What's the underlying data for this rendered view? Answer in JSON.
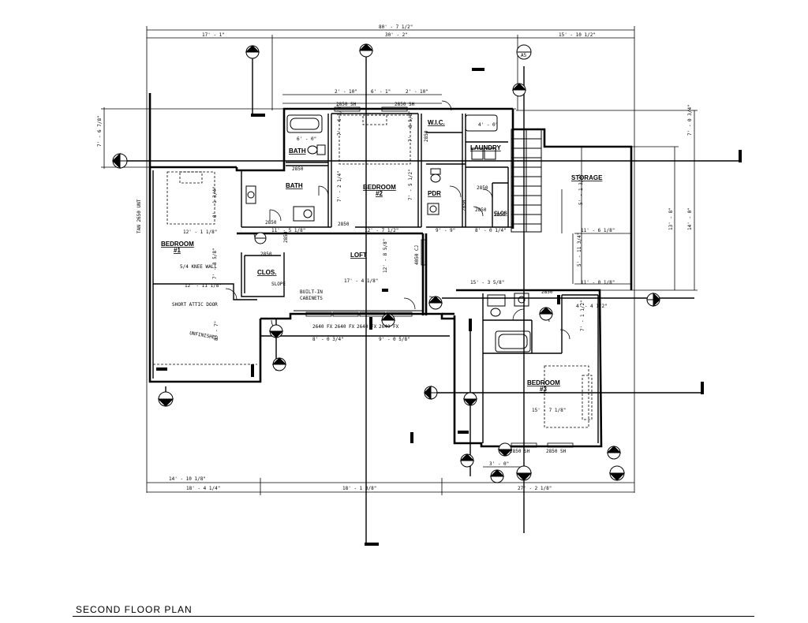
{
  "title": "SECOND FLOOR PLAN",
  "rooms": {
    "bath_upper": "BATH",
    "bath": "BATH",
    "bedroom2": "BEDROOM",
    "bedroom2_num": "#2",
    "wic": "W.I.C.",
    "laundry": "LAUNDRY",
    "pdr": "PDR",
    "clos_right": "CLOS",
    "storage": "STORAGE",
    "bedroom1": "BEDROOM",
    "bedroom1_num": "#1",
    "clos_left": "CLOS.",
    "loft": "LOFT",
    "bedroom3": "BEDROOM",
    "bedroom3_num": "#3"
  },
  "notes": {
    "knee_wall": "5/4 KNEE WALL",
    "slope": "SLOPE",
    "built_in": "BUILT-IN",
    "cabinets": "CABINETS",
    "attic_door": "SHORT ATTIC DOOR",
    "unfinished": "UNFINISHED",
    "tan": "TAN 2650 UNT",
    "grid_label": "A5"
  },
  "dims_top": {
    "overall": "80' - 7 1/2\"",
    "seg1": "17' - 1\"",
    "seg2": "30' - 2\"",
    "seg3": "15' - 10 1/2\"",
    "s1": "2' - 10\"",
    "s2": "6' - 1\"",
    "s3": "2' - 10\"",
    "w1": "2850 SH",
    "w2": "2850 SH"
  },
  "dims_bottom": {
    "b1": "14' - 10 1/8\"",
    "b2": "18' - 4 1/4\"",
    "b3": "18' - 1 3/8\"",
    "b4": "27' - 2 1/8\"",
    "b5": "3' - 0\"",
    "w1": "2850 SH",
    "w2": "2850 SH"
  },
  "dims_interior": {
    "d1": "6' - 0\"",
    "d2": "7' - 6 5/8\"",
    "d3": "7' - 8 5/8\"",
    "d4": "7' - 2 1/4\"",
    "d5": "7' - 5 1/2\"",
    "d6": "12' - 1 1/8\"",
    "d7": "12' - 11 1/8\"",
    "d8": "11' - 5 1/8\"",
    "d9": "12' - 7 1/2\"",
    "d10": "9' - 9\"",
    "d11": "8' - 0 1/4\"",
    "d12": "17' - 4 1/8\"",
    "d13": "15' - 3 5/8\"",
    "d14": "12' - 8 5/8\"",
    "d15": "15' - 7 1/8\"",
    "d16": "4' - 0\"",
    "d17": "4' - 4 1/2\"",
    "d18": "7' - 1 1/2\"",
    "d19": "8' - 0 3/4\"",
    "d20": "9' - 0 5/8\"",
    "d21": "13' - 8\"",
    "d22": "14' - 0\"",
    "d23": "11' - 6 1/8\"",
    "d24": "11' - 0 1/8\"",
    "d25": "5' - 11 3/4\"",
    "d26": "7' - 6 7/8\"",
    "d27": "7' - 0 3/4\"",
    "d28": "5' - 1 3/4\"",
    "d29": "8' - 1 3/4\"",
    "d30": "7' - 8 5/8\"",
    "d31": "8' - 7\""
  },
  "windows": {
    "a": "2850",
    "b": "2850",
    "c": "2850",
    "d": "2850",
    "e": "2850",
    "f": "2850",
    "g": "2850",
    "h": "2850",
    "i": "2850",
    "j": "2850",
    "k": "2850",
    "fx1": "2640 FX",
    "fx2": "2640 FX",
    "fx3": "2640 FX",
    "fx4": "2640 FX",
    "cj": "4050 CJ"
  }
}
